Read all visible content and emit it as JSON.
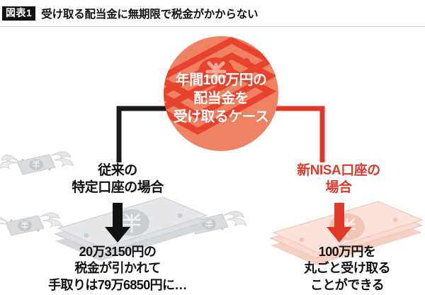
{
  "header": {
    "badge": "図表1",
    "title": "受け取る配当金に無期限で税金がかからない"
  },
  "center": {
    "line1": "年間100万円の",
    "line2": "配当金を",
    "line3": "受け取るケース"
  },
  "branches": {
    "left": {
      "label_line1": "従来の",
      "label_line2": "特定口座の場合",
      "outcome_line1": "20万3150円の",
      "outcome_line2": "税金が引かれて",
      "outcome_line3": "手取りは79万6850円に…"
    },
    "right": {
      "label_line1": "新NISA口座の",
      "label_line2": "場合",
      "outcome_line1": "100万円を",
      "outcome_line2": "丸ごと受け取る",
      "outcome_line3": "ことができる"
    }
  },
  "colors": {
    "circle_fill": "#f08264",
    "circle_bill": "#e8432c",
    "accent_red": "#e0392a",
    "line_black": "#1a1a1a",
    "text_black": "#111111",
    "watermark_gray": "#d6d8da",
    "watermark_pink": "#f7cfc4"
  }
}
